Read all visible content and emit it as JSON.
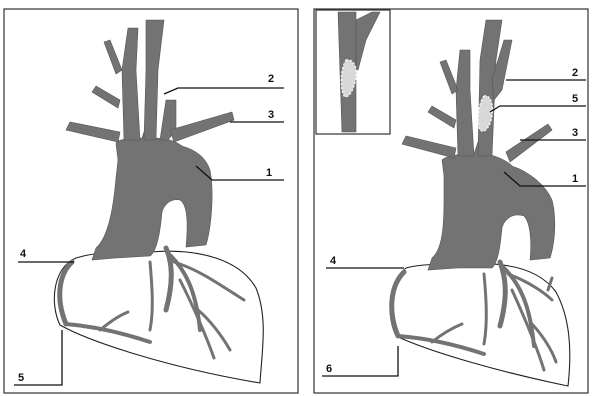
{
  "panels": [
    {
      "id": "left",
      "labels": [
        "1",
        "2",
        "3",
        "4",
        "5"
      ]
    },
    {
      "id": "right",
      "labels": [
        "1",
        "2",
        "3",
        "4",
        "5",
        "6"
      ]
    }
  ]
}
